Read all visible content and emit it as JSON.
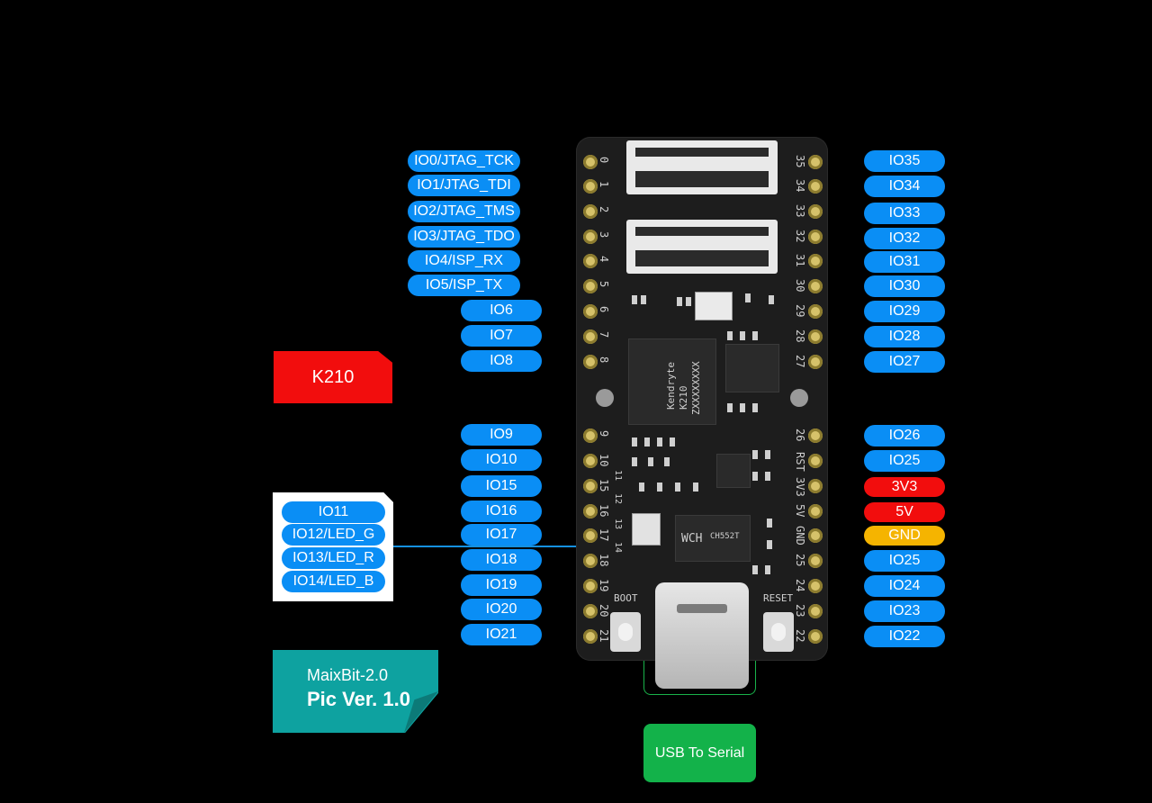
{
  "left_labels": [
    {
      "text": "IO0/JTAG_TCK"
    },
    {
      "text": "IO1/JTAG_TDI"
    },
    {
      "text": "IO2/JTAG_TMS"
    },
    {
      "text": "IO3/JTAG_TDO"
    },
    {
      "text": "IO4/ISP_RX"
    },
    {
      "text": "IO5/ISP_TX"
    },
    {
      "text": "IO6"
    },
    {
      "text": "IO7"
    },
    {
      "text": "IO8"
    },
    {
      "text": "IO9"
    },
    {
      "text": "IO10"
    },
    {
      "text": "IO15"
    },
    {
      "text": "IO16"
    },
    {
      "text": "IO17"
    },
    {
      "text": "IO18"
    },
    {
      "text": "IO19"
    },
    {
      "text": "IO20"
    },
    {
      "text": "IO21"
    }
  ],
  "right_labels": [
    {
      "text": "IO35",
      "kind": "io"
    },
    {
      "text": "IO34",
      "kind": "io"
    },
    {
      "text": "IO33",
      "kind": "io"
    },
    {
      "text": "IO32",
      "kind": "io"
    },
    {
      "text": "IO31",
      "kind": "io"
    },
    {
      "text": "IO30",
      "kind": "io"
    },
    {
      "text": "IO29",
      "kind": "io"
    },
    {
      "text": "IO28",
      "kind": "io"
    },
    {
      "text": "IO27",
      "kind": "io"
    },
    {
      "text": "IO26",
      "kind": "io"
    },
    {
      "text": "IO25",
      "kind": "io"
    },
    {
      "text": "3V3",
      "kind": "power"
    },
    {
      "text": "5V",
      "kind": "power"
    },
    {
      "text": "GND",
      "kind": "ground"
    },
    {
      "text": "IO25",
      "kind": "io"
    },
    {
      "text": "IO24",
      "kind": "io"
    },
    {
      "text": "IO23",
      "kind": "io"
    },
    {
      "text": "IO22",
      "kind": "io"
    }
  ],
  "led_labels": [
    {
      "text": "IO11"
    },
    {
      "text": "IO12/LED_G"
    },
    {
      "text": "IO13/LED_R"
    },
    {
      "text": "IO14/LED_B"
    }
  ],
  "left_pin_numbers": [
    "0",
    "1",
    "2",
    "3",
    "4",
    "5",
    "6",
    "7",
    "8",
    "9",
    "10",
    "15",
    "16",
    "17",
    "18",
    "19",
    "20",
    "21"
  ],
  "right_pin_numbers": [
    "35",
    "34",
    "33",
    "32",
    "31",
    "30",
    "29",
    "28",
    "27",
    "26",
    "RST",
    "3V3",
    "5V",
    "GND",
    "25",
    "24",
    "23",
    "22"
  ],
  "inner_pin_numbers": [
    "11",
    "12",
    "13",
    "14"
  ],
  "chip_tag": "K210",
  "version": {
    "name": "MaixBit-2.0",
    "pic_ver": "Pic Ver. 1.0"
  },
  "usb_tag": "USB To Serial",
  "board_text": {
    "boot": "BOOT",
    "reset": "RESET",
    "chip_brand": "Kendryte",
    "chip_model": "K210",
    "chip_code": "ZXXXXXXXX",
    "bridge_brand": "WCH",
    "bridge_model": "CH552T"
  },
  "colors": {
    "io": "#0a8ef5",
    "power": "#f20d0d",
    "ground": "#f5b400",
    "usb": "#13b24a",
    "version": "#0ea2a0"
  }
}
